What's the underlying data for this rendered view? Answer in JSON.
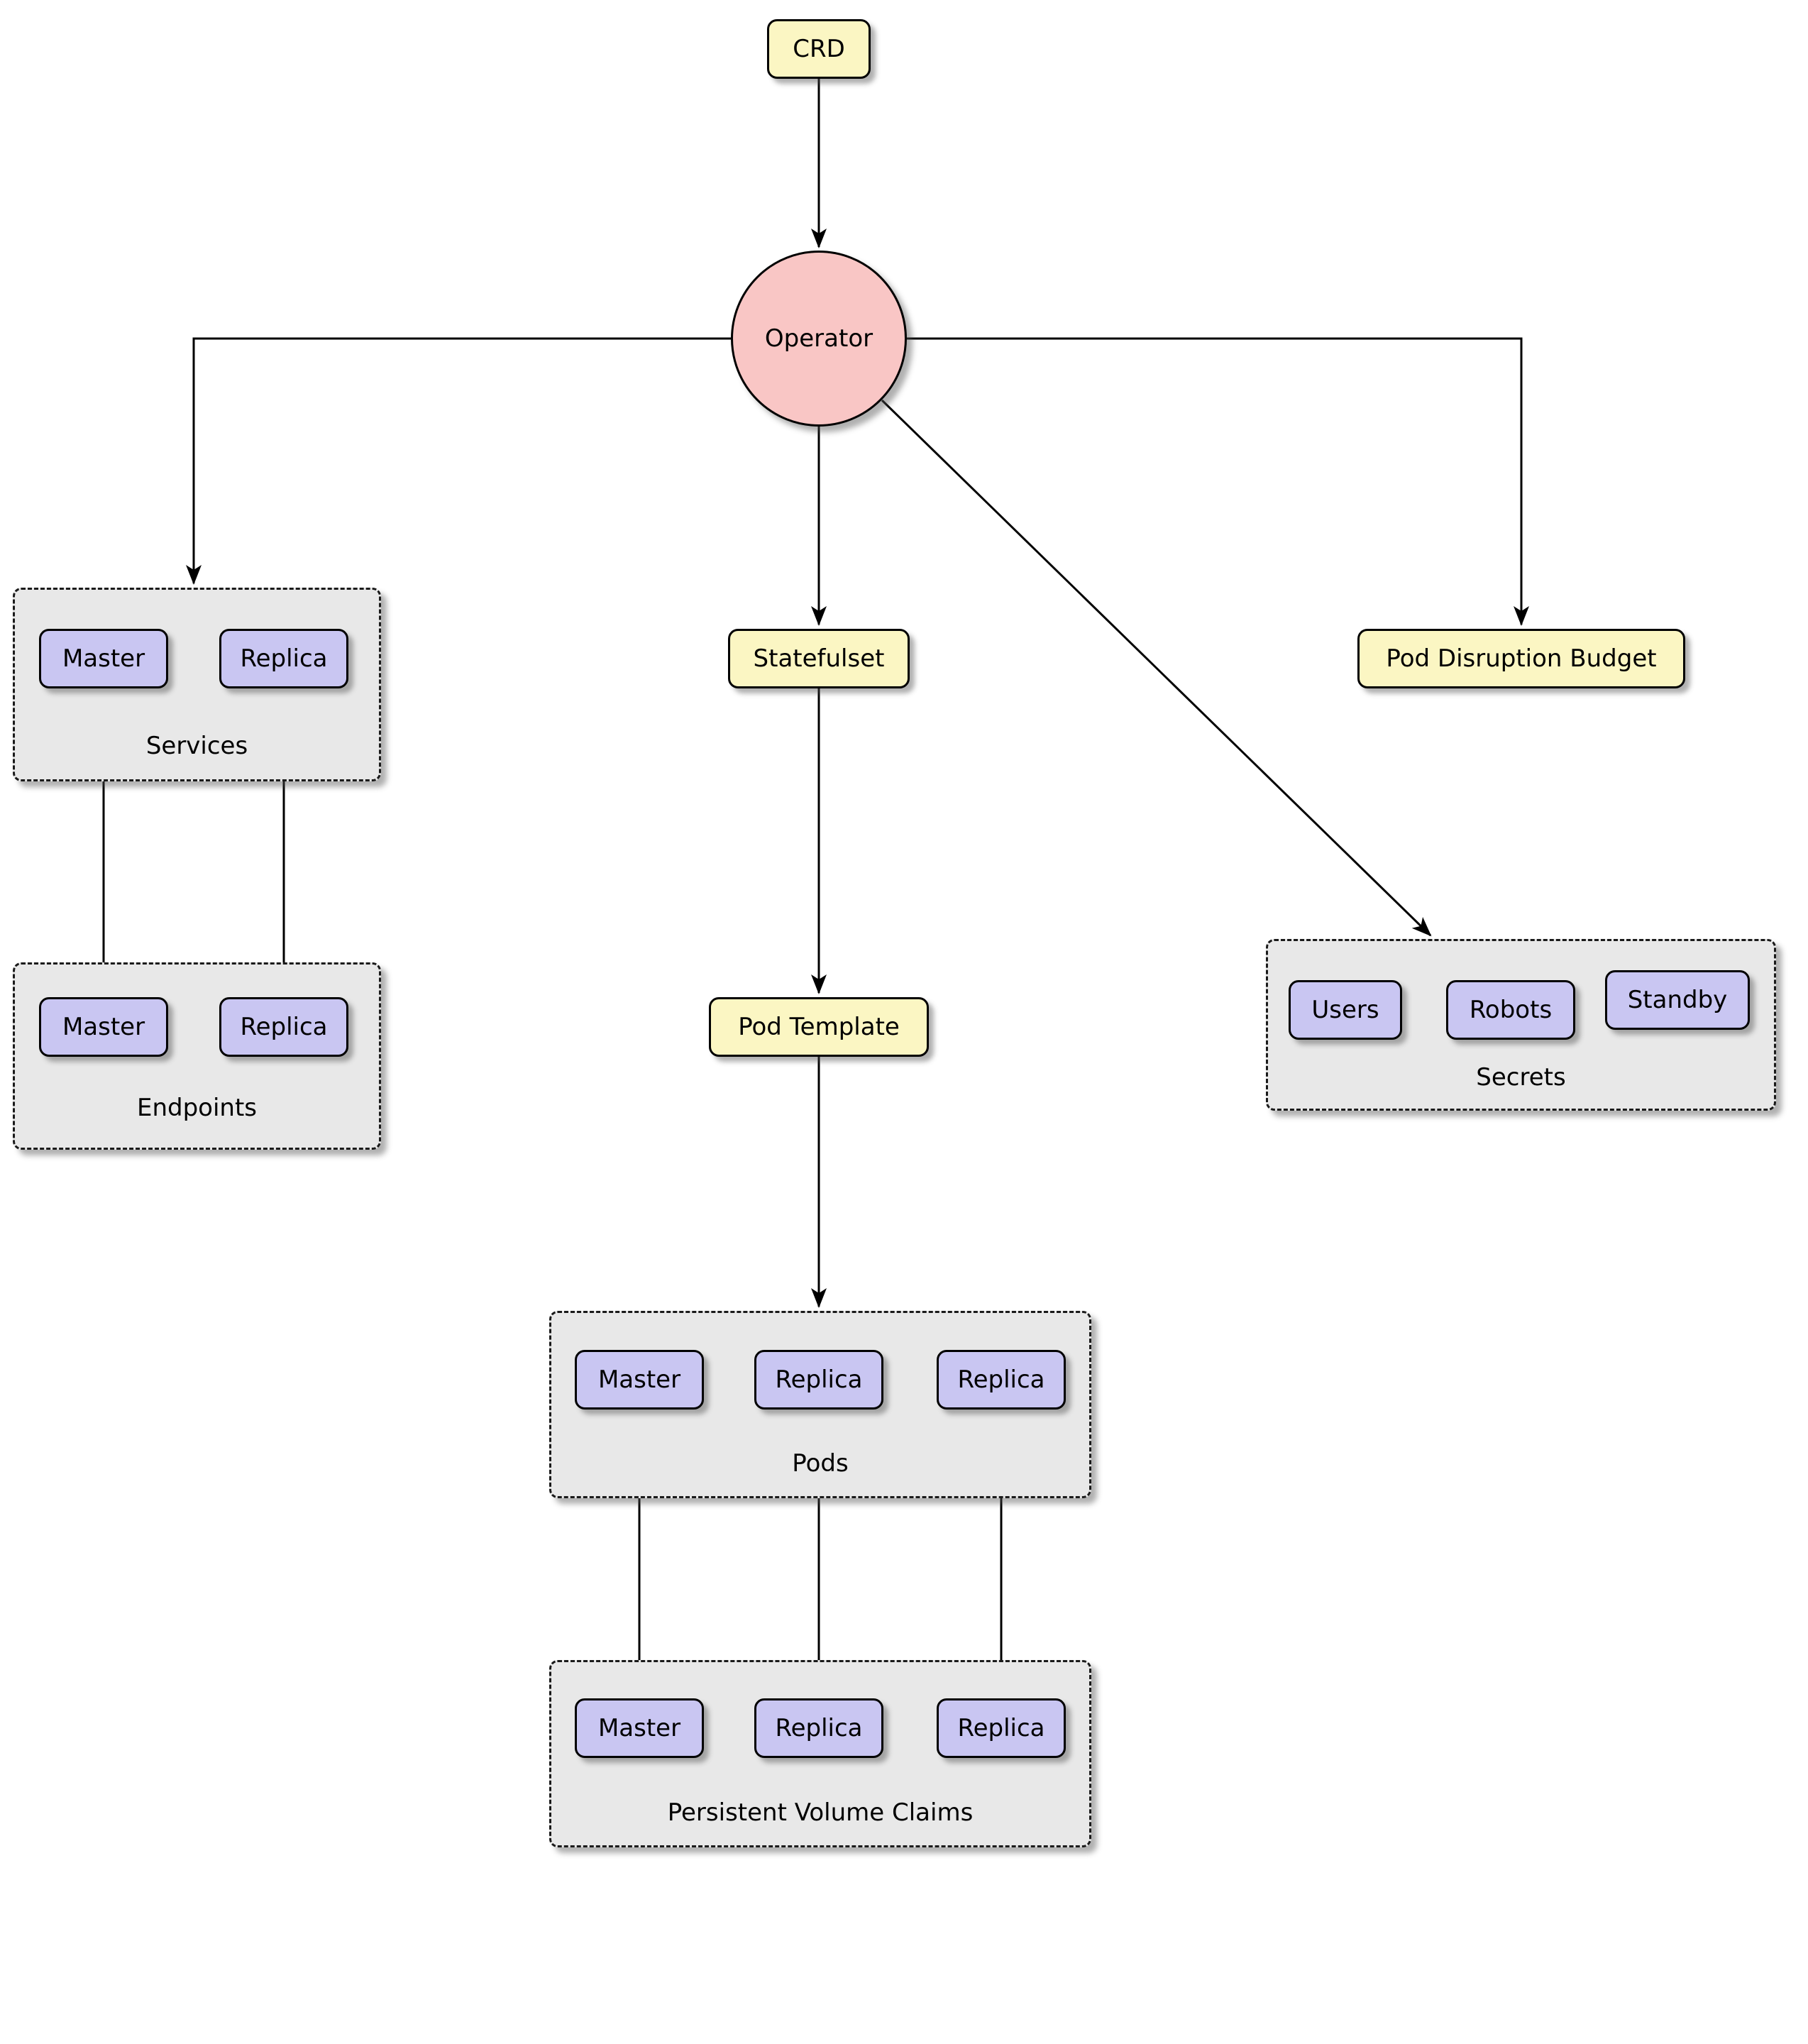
{
  "diagram": {
    "crd": "CRD",
    "operator": "Operator",
    "statefulset": "Statefulset",
    "pod_template": "Pod Template",
    "pod_disruption_budget": "Pod Disruption Budget",
    "services": {
      "label": "Services",
      "items": [
        "Master",
        "Replica"
      ]
    },
    "endpoints": {
      "label": "Endpoints",
      "items": [
        "Master",
        "Replica"
      ]
    },
    "pods": {
      "label": "Pods",
      "items": [
        "Master",
        "Replica",
        "Replica"
      ]
    },
    "persistent_volume_claims": {
      "label": "Persistent Volume Claims",
      "items": [
        "Master",
        "Replica",
        "Replica"
      ]
    },
    "secrets": {
      "label": "Secrets",
      "items": [
        "Users",
        "Robots",
        "Standby"
      ]
    }
  },
  "colors": {
    "yellow": "#FBF6C3",
    "purple": "#C9C6F2",
    "pink": "#F9C6C5",
    "gray": "#E8E8E8",
    "border": "#000000"
  }
}
